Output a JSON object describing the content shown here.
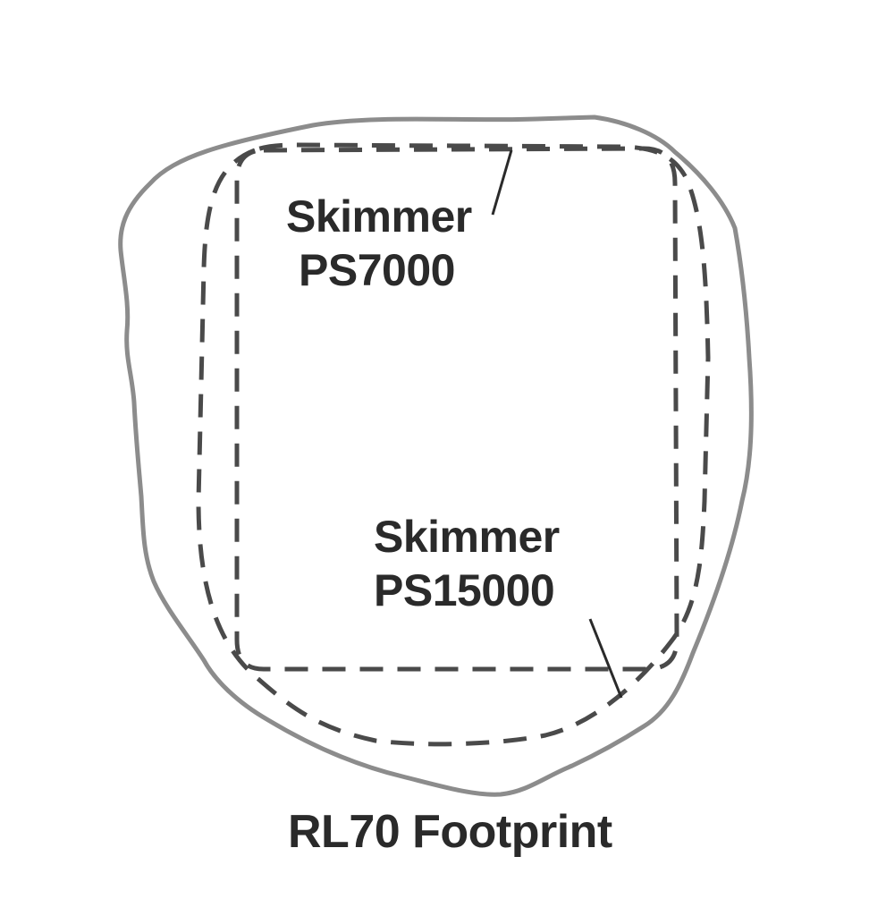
{
  "labels": {
    "skimmer_small": {
      "line1": "Skimmer",
      "line2": "PS7000"
    },
    "skimmer_large": {
      "line1": "Skimmer",
      "line2": "PS15000"
    },
    "footprint": "RL70 Footprint"
  },
  "colors": {
    "footprint_outline": "#8c8c8c",
    "dashed_outline": "#4a4a4a",
    "text": "#2a2a2a"
  }
}
